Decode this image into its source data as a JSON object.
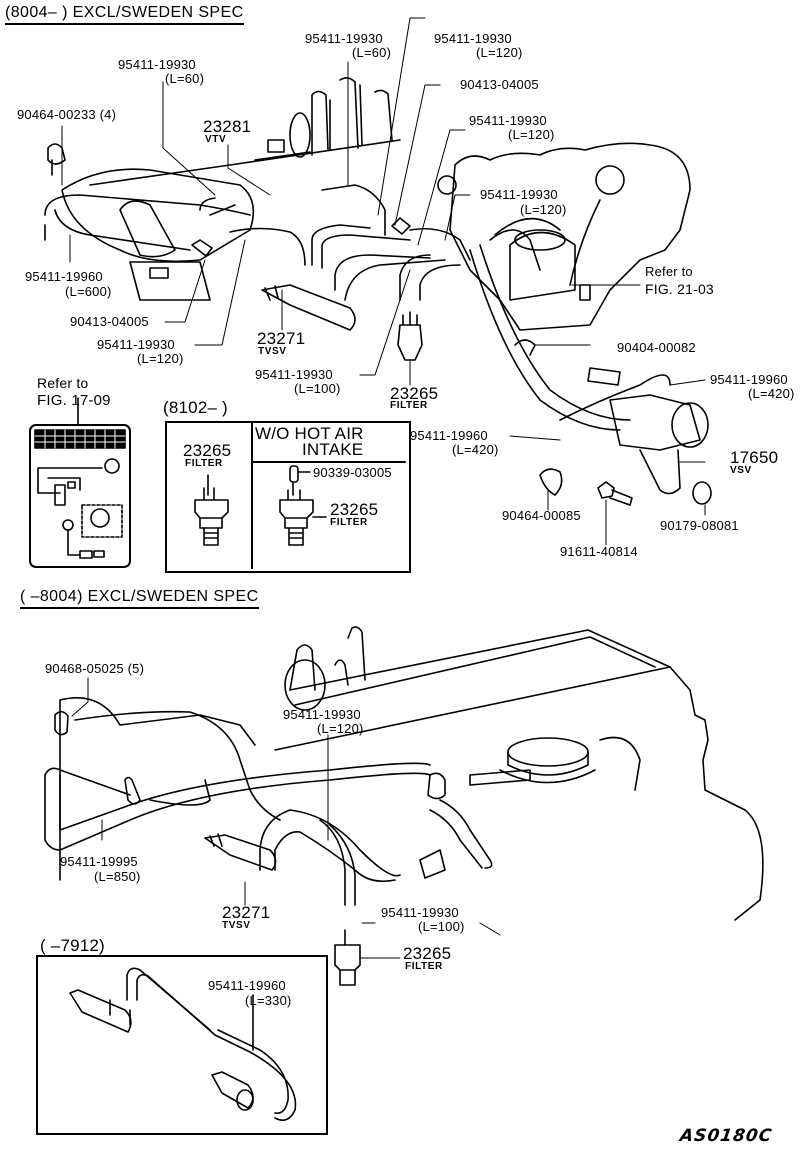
{
  "sections": {
    "top_header": "(8004–      ) EXCL/SWEDEN SPEC",
    "bottom_header": "(      –8004) EXCL/SWEDEN SPEC",
    "inset_8102_header": "(8102–        )",
    "inset_7912_header": "(      –7912)"
  },
  "top_labels": {
    "clip_4": "90464-00233 (4)",
    "hose_a_num": "95411-19930",
    "hose_a_len": "(L=60)",
    "vtv_num": "23281",
    "vtv_name": "VTV",
    "hose_b_num": "95411-19930",
    "hose_b_len": "(L=60)",
    "hose_c_num": "95411-19930",
    "hose_c_len": "(L=120)",
    "tee_top": "90413-04005",
    "hose_d_num": "95411-19930",
    "hose_d_len": "(L=120)",
    "hose_e_num": "95411-19930",
    "hose_e_len": "(L=120)",
    "hose_600_num": "95411-19960",
    "hose_600_len": "(L=600)",
    "tee_left": "90413-04005",
    "hose_f_num": "95411-19930",
    "hose_f_len": "(L=120)",
    "tvsv_num": "23271",
    "tvsv_name": "TVSV",
    "hose_g_num": "95411-19930",
    "hose_g_len": "(L=100)",
    "filter_num": "23265",
    "filter_name": "FILTER",
    "refer_2103_a": "Refer to",
    "refer_2103_b": "FIG. 21-03",
    "clamp_82": "90404-00082",
    "hose_h_num": "95411-19960",
    "hose_h_len": "(L=420)",
    "hose_i_num": "95411-19960",
    "hose_i_len": "(L=420)",
    "vsv_num": "17650",
    "vsv_name": "VSV",
    "clip_85": "90464-00085",
    "bolt": "91611-40814",
    "nut": "90179-08081",
    "refer_1709_a": "Refer to",
    "refer_1709_b": "FIG. 17-09"
  },
  "inset_8102": {
    "left_num": "23265",
    "left_name": "FILTER",
    "right_title_1": "W/O  HOT  AIR",
    "right_title_2": "INTAKE",
    "cap": "90339-03005",
    "right_num": "23265",
    "right_name": "FILTER"
  },
  "bottom_labels": {
    "clip_5": "90468-05025 (5)",
    "hose_j_num": "95411-19930",
    "hose_j_len": "(L=120)",
    "hose_850_num": "95411-19995",
    "hose_850_len": "(L=850)",
    "tvsv_num": "23271",
    "tvsv_name": "TVSV",
    "hose_k_num": "95411-19930",
    "hose_k_len": "(L=100)",
    "filter_num": "23265",
    "filter_name": "FILTER"
  },
  "inset_7912": {
    "hose_num": "95411-19960",
    "hose_len": "(L=330)"
  },
  "signature": "AS0180C"
}
